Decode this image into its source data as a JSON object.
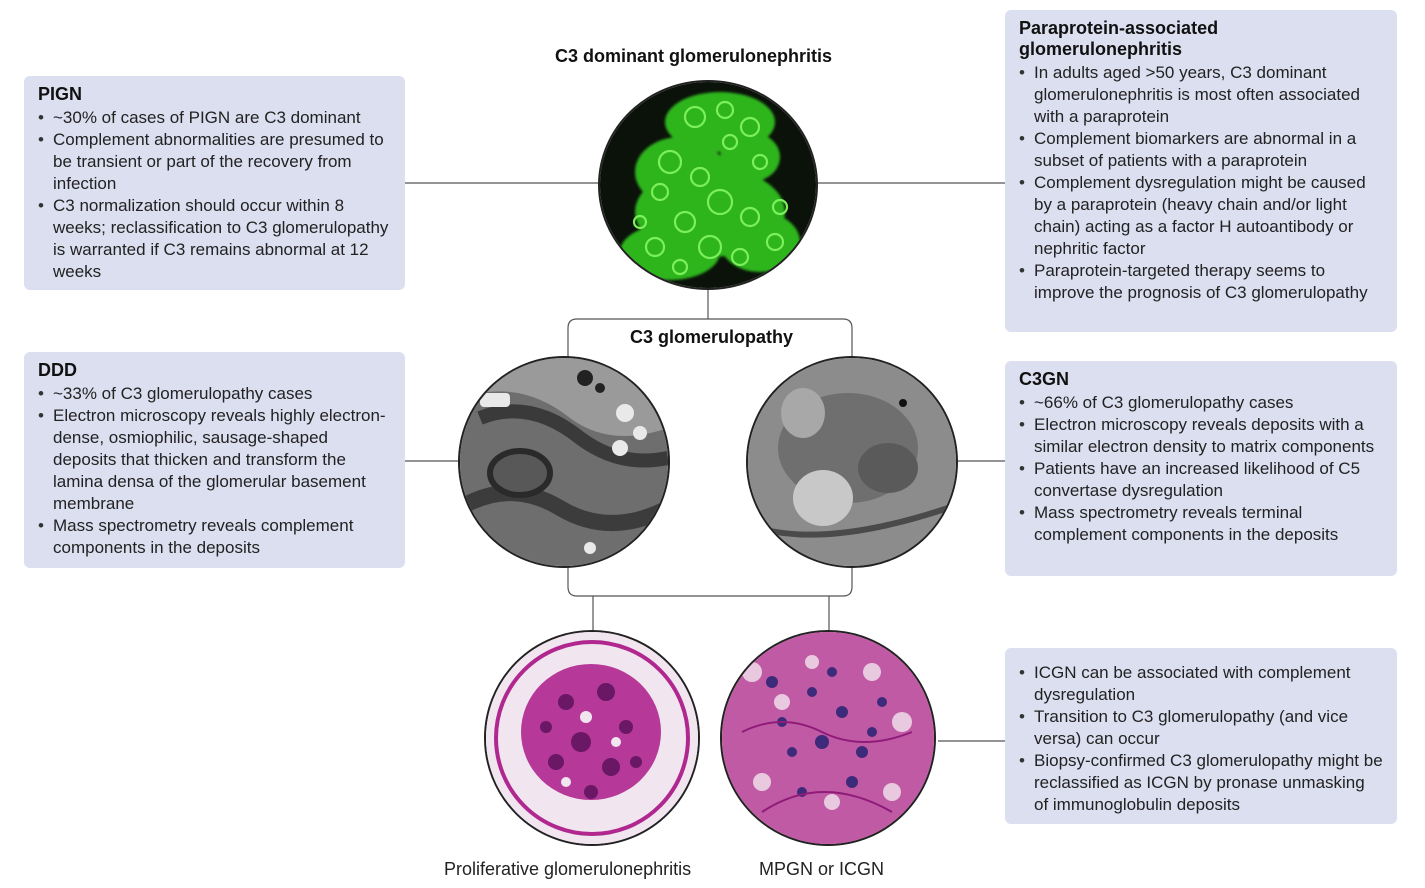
{
  "titles": {
    "c3_dominant": "C3 dominant glomerulonephritis",
    "c3_glomerulopathy": "C3 glomerulopathy"
  },
  "captions": {
    "proliferative": "Proliferative glomerulonephritis",
    "mpgn": "MPGN or ICGN"
  },
  "panels": {
    "pign": {
      "title": "PIGN",
      "items": [
        "~30% of cases of PIGN are C3 dominant",
        "Complement abnormalities are presumed to be transient or part of the recovery from infection",
        "C3 normalization should occur within 8 weeks; reclassification to C3 glomerulopathy is warranted if C3 remains abnormal at 12 weeks"
      ]
    },
    "paraprotein": {
      "title": "Paraprotein-associated glomerulonephritis",
      "items": [
        "In adults aged >50 years, C3 dominant glomerulonephritis is most often associated with a paraprotein",
        "Complement biomarkers are abnormal in a subset of patients with a paraprotein",
        "Complement dysregulation might be caused by a paraprotein (heavy chain and/or light chain) acting as a factor H autoantibody or nephritic factor",
        "Paraprotein-targeted therapy seems to improve the prognosis of C3 glomerulopathy"
      ]
    },
    "ddd": {
      "title": "DDD",
      "items": [
        "~33% of C3 glomerulopathy cases",
        "Electron microscopy reveals highly electron-dense, osmiophilic, sausage-shaped deposits that thicken and transform the lamina densa of the glomerular basement membrane",
        "Mass spectrometry reveals complement components in the deposits"
      ]
    },
    "c3gn": {
      "title": "C3GN",
      "items": [
        "~66% of C3 glomerulopathy cases",
        "Electron microscopy reveals deposits with a similar electron density to matrix components",
        "Patients have an increased likelihood of C5 convertase dysregulation",
        "Mass spectrometry reveals terminal complement components in the deposits"
      ]
    },
    "icgn": {
      "items": [
        "ICGN can be associated with complement dysregulation",
        "Transition to C3 glomerulopathy (and vice versa) can occur",
        "Biopsy-confirmed C3 glomerulopathy might be reclassified as ICGN by pronase unmasking of immunoglobulin deposits"
      ]
    }
  },
  "colors": {
    "panel_bg": "#dcdff0",
    "fluorescence_green": "#3fd22a",
    "pas_magenta": "#b0288f",
    "em_gray": "#8a8a8a"
  }
}
